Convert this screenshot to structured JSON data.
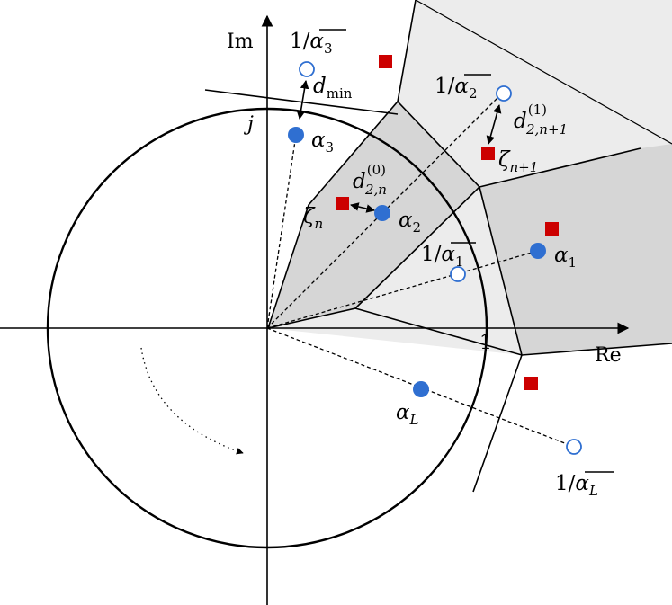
{
  "labels": {
    "axis_im": "Im",
    "axis_re": "Re",
    "unit_j": "j",
    "unit_one": "1",
    "d_min_main": "d",
    "d_min_sub": "min",
    "d0_main": "d",
    "d0_sup": "(0)",
    "d0_sub": "2,n",
    "d1_main": "d",
    "d1_sup": "(1)",
    "d1_sub": "2,n+1",
    "zeta_n_main": "ζ",
    "zeta_n_sub": "n",
    "zeta_n1_main": "ζ",
    "zeta_n1_sub": "n+1",
    "alpha1_main": "α",
    "alpha1_sub": "1",
    "alpha2_main": "α",
    "alpha2_sub": "2",
    "alpha3_main": "α",
    "alpha3_sub": "3",
    "alphaL_main": "α",
    "alphaL_sub": "L",
    "inv1_prefix": "1/",
    "inv1_main": "α",
    "inv1_sub": "1",
    "inv2_prefix": "1/",
    "inv2_main": "α",
    "inv2_sub": "2",
    "inv3_prefix": "1/",
    "inv3_main": "α",
    "inv3_sub": "3",
    "invL_prefix": "1/",
    "invL_main": "α",
    "invL_sub": "L"
  },
  "colors": {
    "pole_fill": "#2f6fd1",
    "square_fill": "#cc0000",
    "region_light": "#ececec",
    "region_dark": "#d6d6d6"
  }
}
